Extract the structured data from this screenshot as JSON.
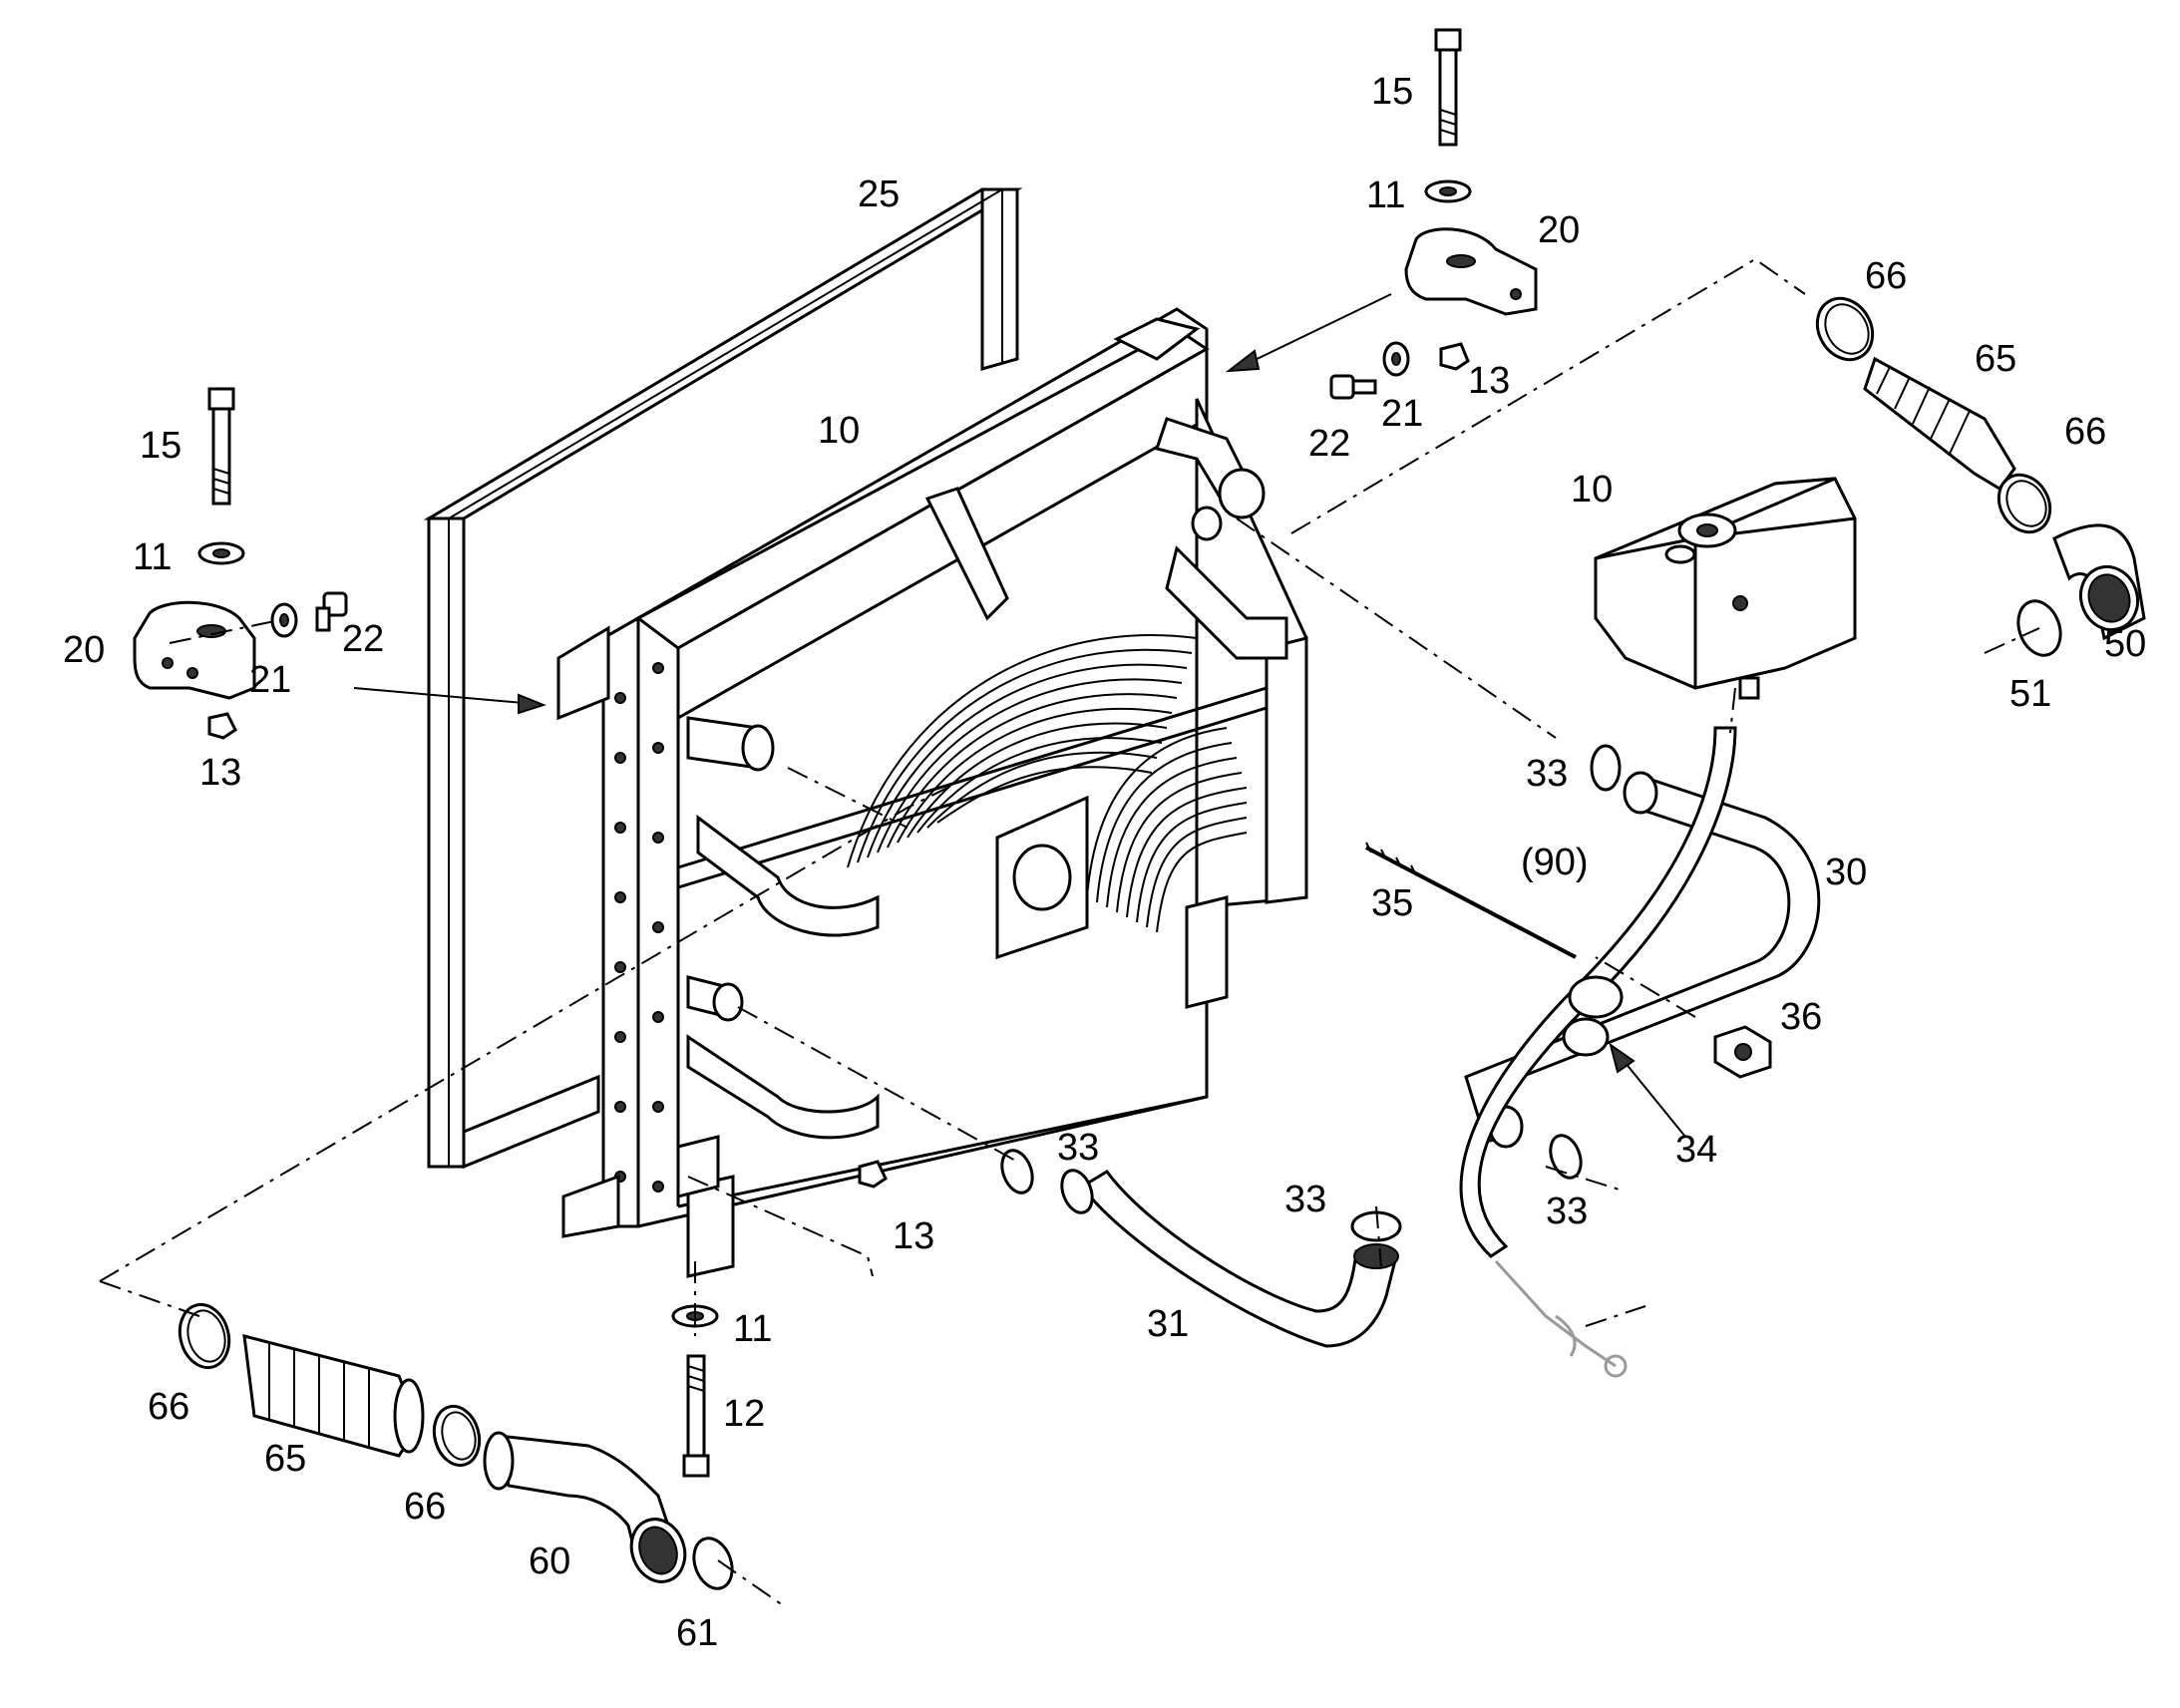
{
  "colors": {
    "line": "#000000",
    "background": "#ffffff",
    "hatch": "#9a9a9a"
  },
  "callouts": [
    {
      "id": "c-15-top",
      "text": "15"
    },
    {
      "id": "c-11-top",
      "text": "11"
    },
    {
      "id": "c-20-top",
      "text": "20"
    },
    {
      "id": "c-25",
      "text": "25"
    },
    {
      "id": "c-66-a",
      "text": "66"
    },
    {
      "id": "c-65-a",
      "text": "65"
    },
    {
      "id": "c-66-b",
      "text": "66"
    },
    {
      "id": "c-13-top",
      "text": "13"
    },
    {
      "id": "c-21-top",
      "text": "21"
    },
    {
      "id": "c-22-top",
      "text": "22"
    },
    {
      "id": "c-10-rad",
      "text": "10"
    },
    {
      "id": "c-15-left",
      "text": "15"
    },
    {
      "id": "c-10-tank",
      "text": "10"
    },
    {
      "id": "c-50",
      "text": "50"
    },
    {
      "id": "c-51",
      "text": "51"
    },
    {
      "id": "c-11-left",
      "text": "11"
    },
    {
      "id": "c-22-left",
      "text": "22"
    },
    {
      "id": "c-20-left",
      "text": "20"
    },
    {
      "id": "c-21-left",
      "text": "21"
    },
    {
      "id": "c-13-left",
      "text": "13"
    },
    {
      "id": "c-33-a",
      "text": "33"
    },
    {
      "id": "c-90",
      "text": "(90)"
    },
    {
      "id": "c-30",
      "text": "30"
    },
    {
      "id": "c-35",
      "text": "35"
    },
    {
      "id": "c-36",
      "text": "36"
    },
    {
      "id": "c-34",
      "text": "34"
    },
    {
      "id": "c-33-b",
      "text": "33"
    },
    {
      "id": "c-33-c",
      "text": "33"
    },
    {
      "id": "c-33-d",
      "text": "33"
    },
    {
      "id": "c-13-bottom",
      "text": "13"
    },
    {
      "id": "c-31",
      "text": "31"
    },
    {
      "id": "c-11-bottom",
      "text": "11"
    },
    {
      "id": "c-66-c",
      "text": "66"
    },
    {
      "id": "c-65-b",
      "text": "65"
    },
    {
      "id": "c-12",
      "text": "12"
    },
    {
      "id": "c-66-d",
      "text": "66"
    },
    {
      "id": "c-60",
      "text": "60"
    },
    {
      "id": "c-61",
      "text": "61"
    }
  ]
}
